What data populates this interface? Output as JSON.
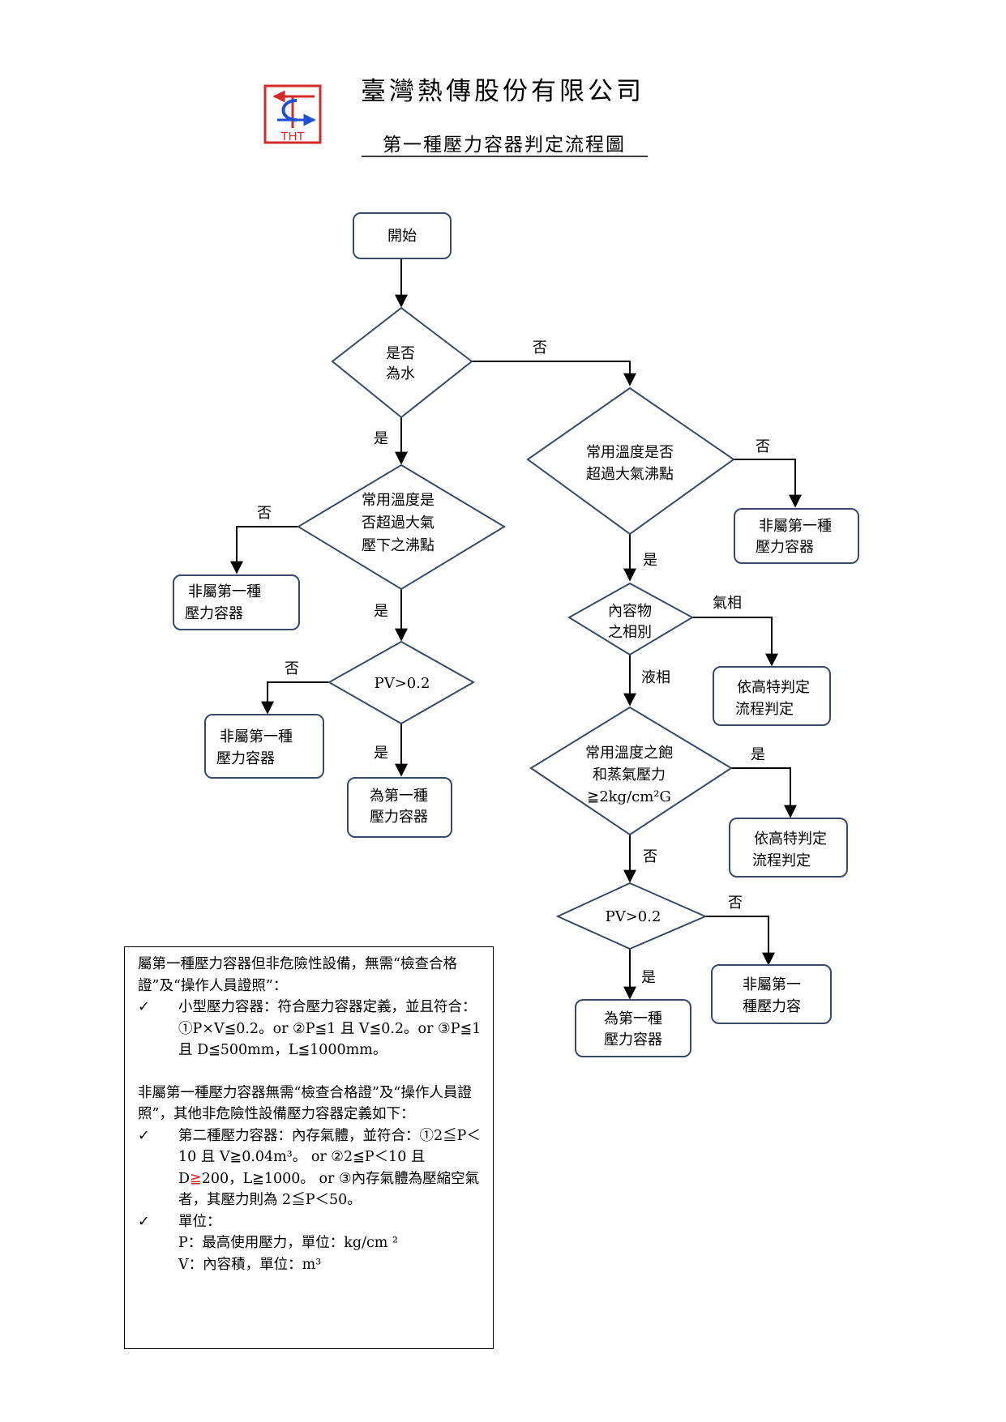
{
  "header": {
    "company": "臺灣熱傳股份有限公司",
    "title": "第一種壓力容器判定流程圖",
    "logo": {
      "text": "THT",
      "colors": {
        "red": "#d42a2a",
        "blue": "#1f4fd8"
      }
    }
  },
  "nodes": {
    "start": "開始",
    "is_water_1": "是否",
    "is_water_2": "為水",
    "wtemp_1": "常用溫度是",
    "wtemp_2": "否超過大氣",
    "wtemp_3": "壓下之沸點",
    "rtemp_1": "常用溫度是否",
    "rtemp_2": "超過大氣沸點",
    "pv_left": "PV>0.2",
    "phase_1": "內容物",
    "phase_2": "之相別",
    "sat_1": "常用溫度之飽",
    "sat_2": "和蒸氣壓力",
    "sat_3": "≧2kg/cm²G",
    "pv_right": "PV>0.2",
    "not1_a_1": "非屬第一種",
    "not1_a_2": "壓力容器",
    "not1_b_1": "非屬第一種",
    "not1_b_2": "壓力容器",
    "not1_c_1": "非屬第一種",
    "not1_c_2": "壓力容器",
    "is1_left_1": "為第一種",
    "is1_left_2": "壓力容器",
    "ht_a_1": "依高特判定",
    "ht_a_2": "流程判定",
    "ht_b_1": "依高特判定",
    "ht_b_2": "流程判定",
    "is1_right_1": "為第一種",
    "is1_right_2": "壓力容器",
    "not1_d_1": "非屬第一",
    "not1_d_2": "種壓力容"
  },
  "edge_labels": {
    "water_no": "否",
    "water_yes": "是",
    "wtemp_no": "否",
    "wtemp_yes": "是",
    "pvl_no": "否",
    "pvl_yes": "是",
    "rtemp_no": "否",
    "rtemp_yes": "是",
    "phase_gas": "氣相",
    "phase_liquid": "液相",
    "sat_yes": "是",
    "sat_no": "否",
    "pvr_no": "否",
    "pvr_yes": "是"
  },
  "notes": {
    "p1": "屬第一種壓力容器但非危險性設備，無需“檢查合格證”及“操作人員證照”：",
    "check": "✓",
    "item1_a": "小型壓力容器：符合壓力容器定義，並且符合：①P×V≦0.2。or ②P≦1 且 V≦0.2。or ③P≦1 且 D≦500mm，L≦1000mm。",
    "p2": "非屬第一種壓力容器無需“檢查合格證”及“操作人員證照”，其他非危險性設備壓力容器定義如下：",
    "item2_a": "第二種壓力容器：內存氣體，並符合：①2≦P＜10 且 V≧0.04m³。 or ②2≦P＜10 且 D",
    "item2_red": "≧",
    "item2_b": "200，L≧1000。 or ③內存氣體為壓縮空氣者，其壓力則為 2≦P＜50。",
    "item3": "單位：",
    "unit_p": "P：最高使用壓力，單位：kg/cm ²",
    "unit_v": "V：內容積，單位：m³"
  }
}
